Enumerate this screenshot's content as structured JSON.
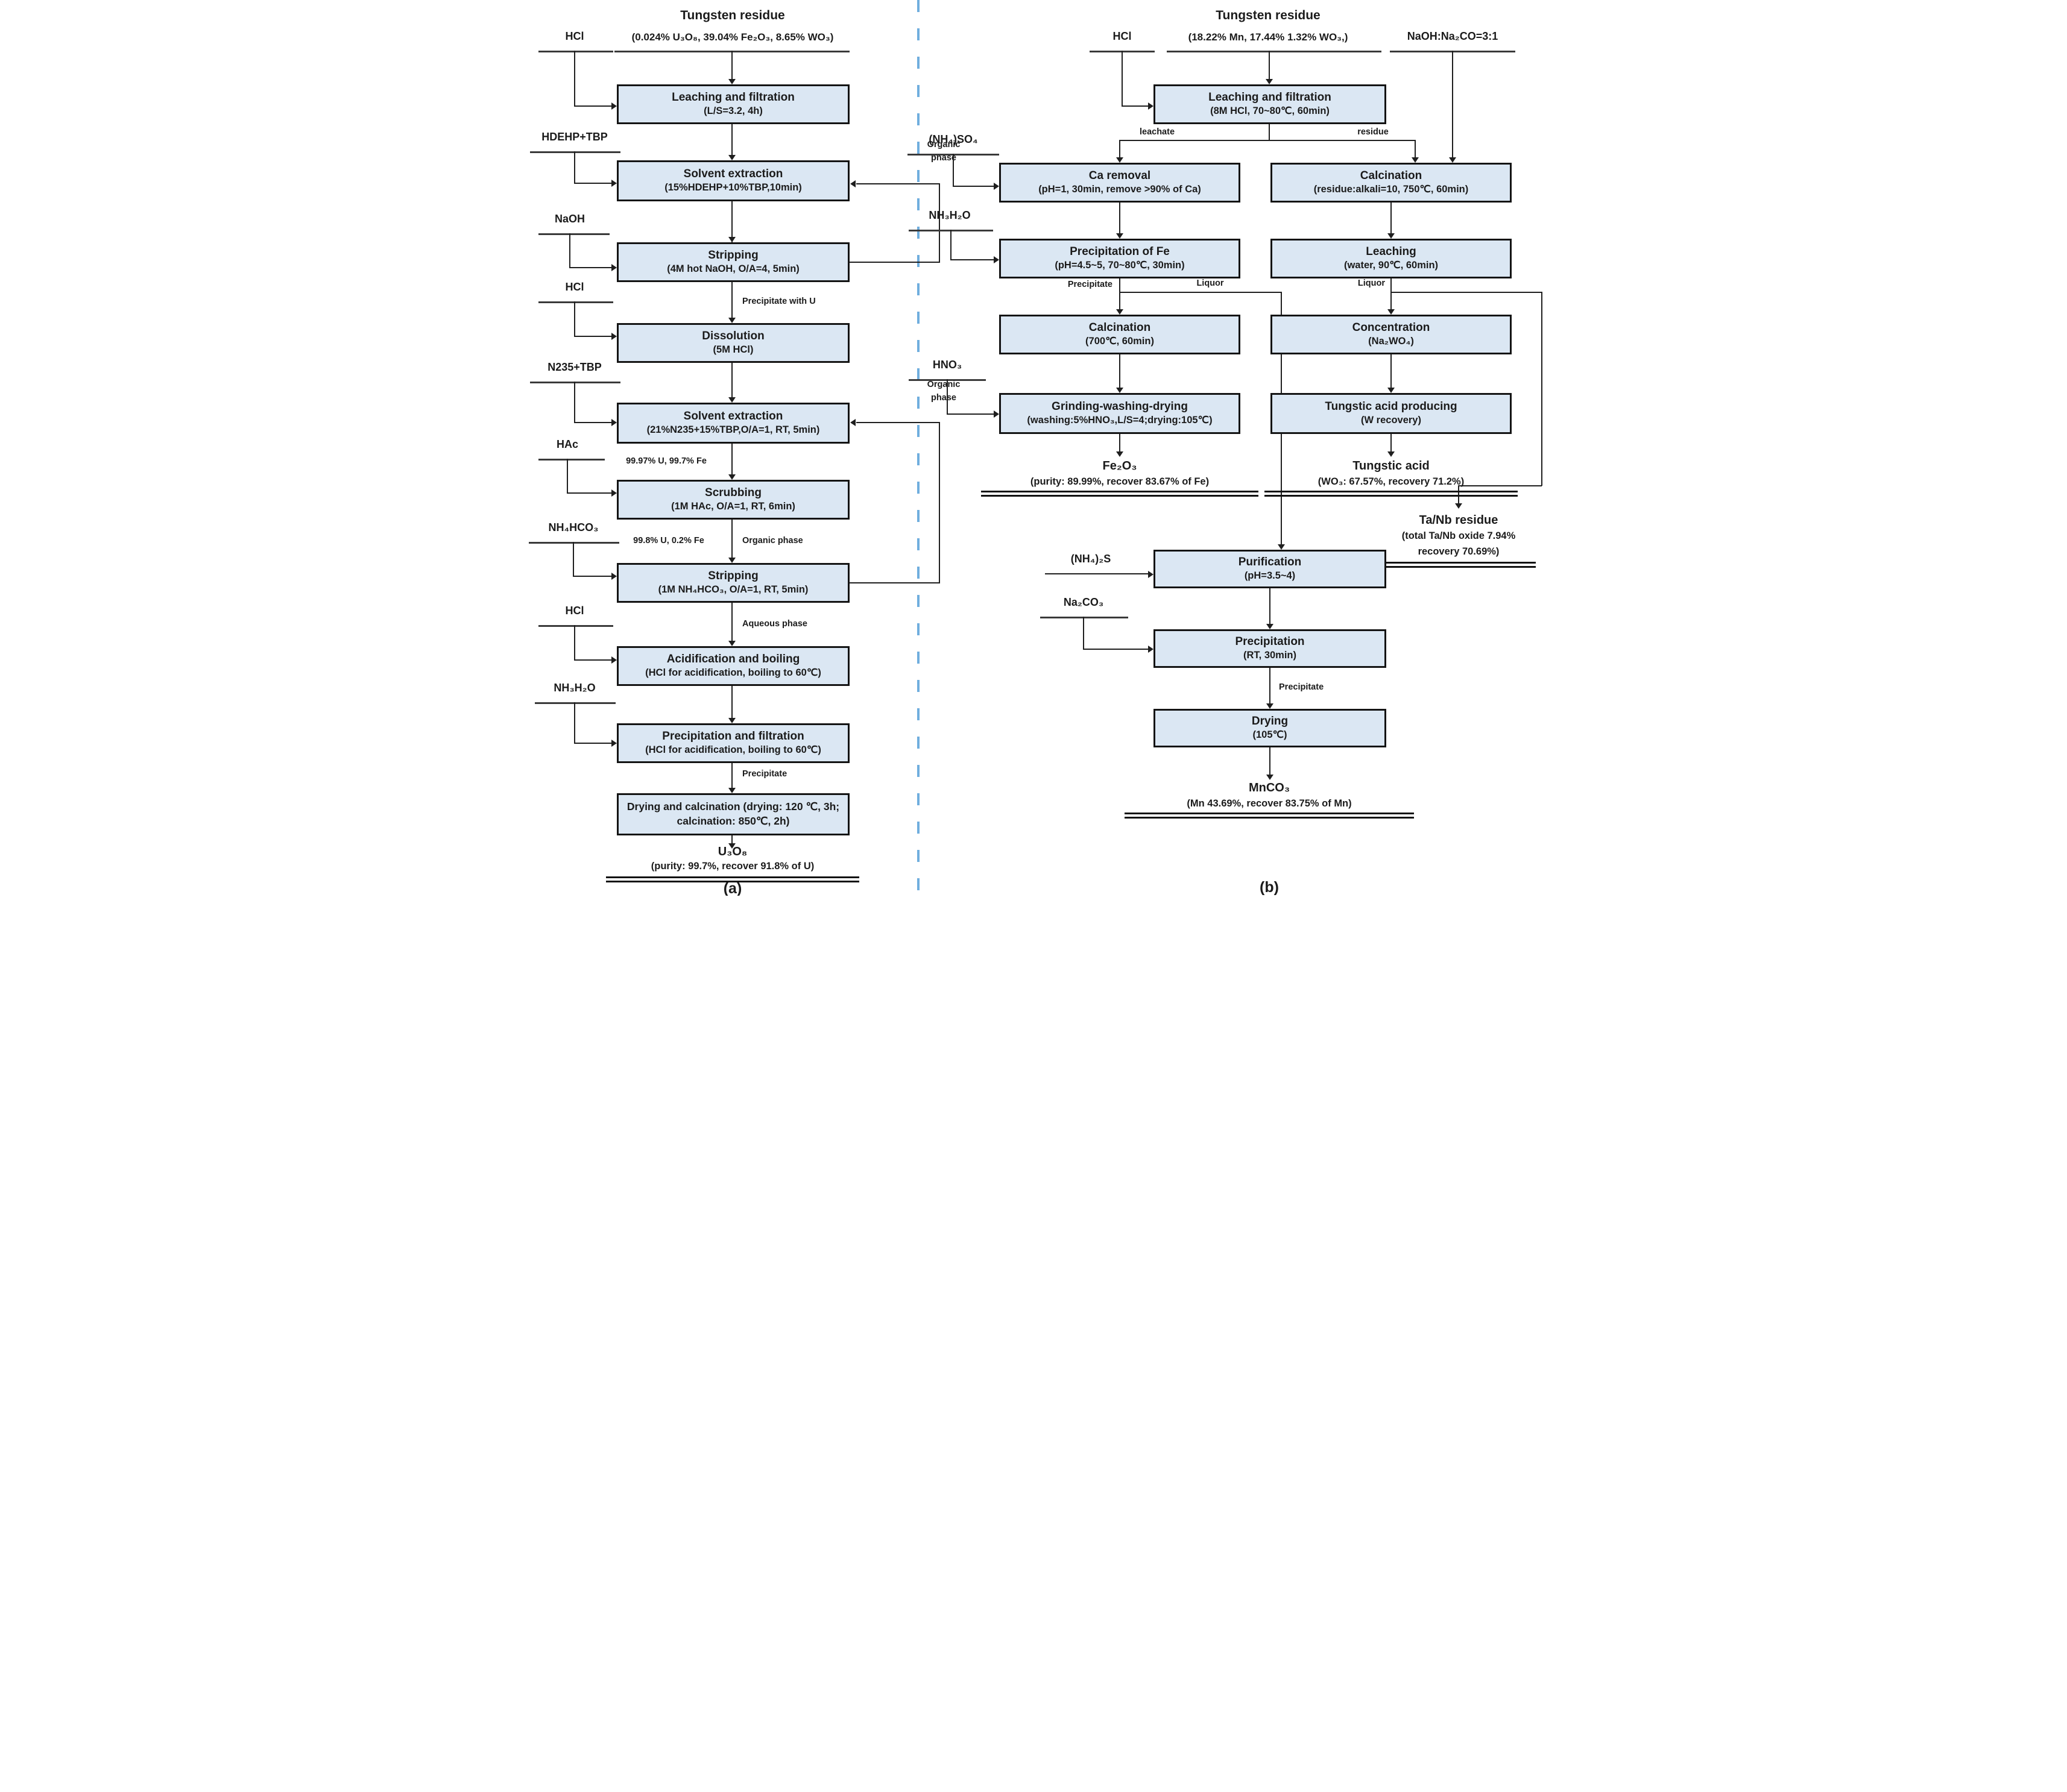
{
  "a": {
    "panel": "(a)",
    "source_title": "Tungsten residue",
    "source_comp": "(0.024% U₃O₈, 39.04% Fe₂O₃, 8.65% WO₃)",
    "r_hcl1": "HCl",
    "r_hdehp": "HDEHP+TBP",
    "r_naoh": "NaOH",
    "r_hcl2": "HCl",
    "r_n235": "N235+TBP",
    "r_hac": "HAc",
    "r_nh4hco3": "NH₄HCO₃",
    "r_hcl3": "HCl",
    "r_nh3h2o": "NH₃H₂O",
    "b1t": "Leaching and filtration",
    "b1s": "(L/S=3.2, 4h)",
    "b2t": "Solvent extraction",
    "b2s": "(15%HDEHP+10%TBP,10min)",
    "b3t": "Stripping",
    "b3s": "(4M hot NaOH, O/A=4, 5min)",
    "b4t": "Dissolution",
    "b4s": "(5M HCl)",
    "b5t": "Solvent extraction",
    "b5s": "(21%N235+15%TBP,O/A=1, RT, 5min)",
    "b6t": "Scrubbing",
    "b6s": "(1M HAc, O/A=1, RT, 6min)",
    "b7t": "Stripping",
    "b7s": "(1M NH₄HCO₃, O/A=1, RT, 5min)",
    "b8t": "Acidification and boiling",
    "b8s": "(HCl for acidification, boiling to 60℃)",
    "b9t": "Precipitation and filtration",
    "b9s": "(HCl for acidification, boiling to 60℃)",
    "b10": "Drying and calcination (drying: 120 ℃, 3h; calcination: 850℃, 2h)",
    "lbl_precip_u": "Precipitate with U",
    "lbl_org1a": "Organic",
    "lbl_org1b": "phase",
    "lbl_9997": "99.97% U, 99.7% Fe",
    "lbl_998": "99.8% U, 0.2% Fe",
    "lbl_org_mid": "Organic phase",
    "lbl_org2a": "Organic",
    "lbl_org2b": "phase",
    "lbl_aqueous": "Aqueous phase",
    "lbl_precip": "Precipitate",
    "prod": "U₃O₈",
    "prod_sub": "(purity: 99.7%, recover 91.8% of U)"
  },
  "b": {
    "panel": "(b)",
    "source_title": "Tungsten residue",
    "source_comp": "(18.22% Mn, 17.44% 1.32% WO₃,)",
    "r_hcl": "HCl",
    "r_alkali": "NaOH:Na₂CO=3:1",
    "r_nh4so4": "(NH₄)SO₄",
    "r_nh3h2o": "NH₃H₂O",
    "r_hno3": "HNO₃",
    "r_nh42s": "(NH₄)₂S",
    "r_na2co3": "Na₂CO₃",
    "b1t": "Leaching and filtration",
    "b1s": "(8M HCl, 70~80℃, 60min)",
    "cat": "Ca removal",
    "cas": "(pH=1, 30min, remove >90% of Ca)",
    "pfet": "Precipitation of Fe",
    "pfes": "(pH=4.5~5, 70~80℃, 30min)",
    "c700t": "Calcination",
    "c700s": "(700℃, 60min)",
    "grt": "Grinding-washing-drying",
    "grs": "(washing:5%HNO₃,L/S=4;drying:105℃)",
    "cbt": "Calcination",
    "cbs": "(residue:alkali=10, 750℃, 60min)",
    "l2t": "Leaching",
    "l2s": "(water, 90℃, 60min)",
    "cot": "Concentration",
    "cos": "(Na₂WO₄)",
    "tat": "Tungstic acid producing",
    "tas": "(W recovery)",
    "put": "Purification",
    "pus": "(pH=3.5~4)",
    "prt": "Precipitation",
    "prs": "(RT, 30min)",
    "drt": "Drying",
    "drs": "(105℃)",
    "lbl_leachate": "leachate",
    "lbl_residue": "residue",
    "lbl_precip1": "Precipitate",
    "lbl_liquor1": "Liquor",
    "lbl_liquor2": "Liquor",
    "lbl_precip2": "Precipitate",
    "fe2o3": "Fe₂O₃",
    "fe2o3_sub": "(purity: 89.99%, recover 83.67% of Fe)",
    "tungacid": "Tungstic acid",
    "tungacid_sub": "(WO₃: 67.57%, recovery 71.2%)",
    "tanb1": "Ta/Nb residue",
    "tanb2": "(total Ta/Nb oxide 7.94%",
    "tanb3": "recovery 70.69%)",
    "mnco3": "MnCO₃",
    "mnco3_sub": "(Mn 43.69%, recover 83.75% of Mn)"
  }
}
